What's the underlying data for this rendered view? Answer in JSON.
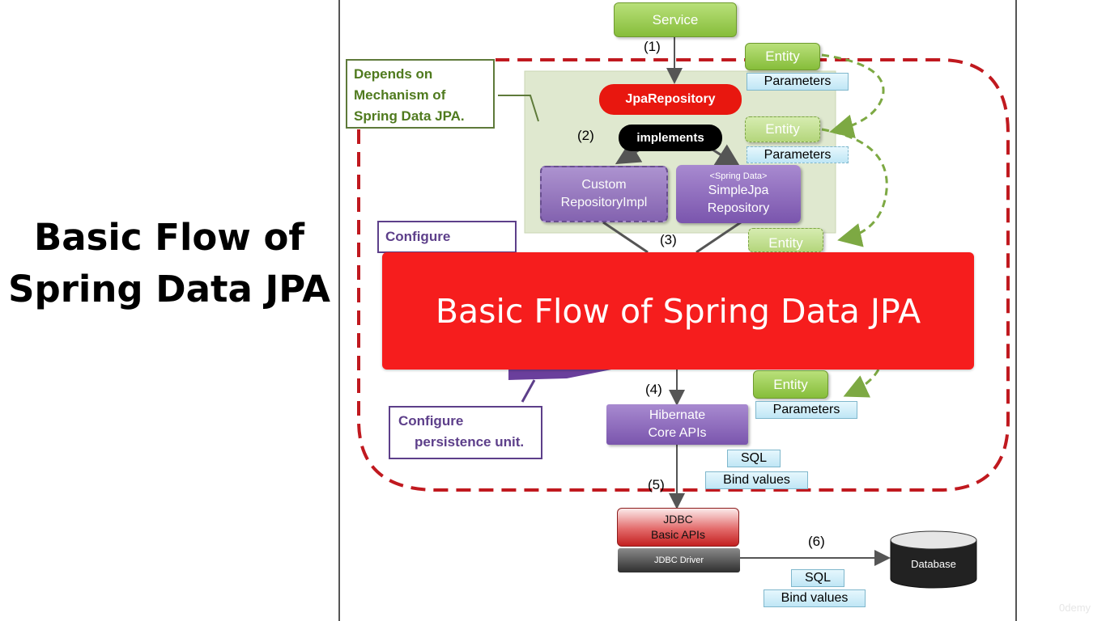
{
  "side_title": "Basic Flow of\nSpring Data JPA",
  "banner_title": "Basic Flow of Spring Data JPA",
  "watermark": "0demy",
  "diagram": {
    "service": "Service",
    "jpa_repository": "JpaRepository",
    "implements": "implements",
    "custom_repository": "Custom\nRepositoryImpl",
    "simple_repository_tag": "<Spring Data>",
    "simple_repository": "SimpleJpa\nRepository",
    "hibernate": "Hibernate\nCore APIs",
    "jdbc_basic": "JDBC\nBasic APIs",
    "jdbc_driver": "JDBC Driver",
    "database": "Database",
    "entity": "Entity",
    "parameters": "Parameters",
    "sql": "SQL",
    "bind_values": "Bind values",
    "depends_note": "Depends on\nMechanism of\nSpring Data JPA.",
    "configure_top": "Configure",
    "configure_bottom_1": "Configure",
    "configure_bottom_2": "persistence unit.",
    "steps": [
      "(1)",
      "(2)",
      "(3)",
      "(4)",
      "(5)",
      "(6)"
    ]
  },
  "colors": {
    "banner": "#f61d1d",
    "dashed_frame": "#c0191f",
    "entity_green": "#86bd3a",
    "parameter_blue": "#bfe6f5",
    "component_purple": "#7a55ad",
    "jpa_repository_red": "#e8170f"
  }
}
